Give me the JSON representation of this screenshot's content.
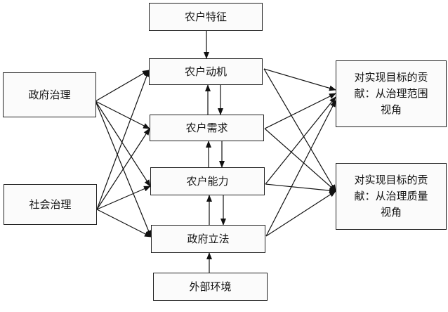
{
  "nodes": {
    "farmer_traits": "农户特征",
    "farmer_motivation": "农户动机",
    "farmer_demand": "农户需求",
    "farmer_capability": "农户能力",
    "gov_legislation": "政府立法",
    "external_env": "外部环境",
    "gov_governance": "政府治理",
    "social_governance": "社会治理",
    "contribution_scope": [
      "对实现目标的贡",
      "献：从治理范围",
      "视角"
    ],
    "contribution_quality": [
      "对实现目标的贡",
      "献：从治理质量",
      "视角"
    ]
  },
  "edges": [
    {
      "from": "farmer_traits",
      "to": "farmer_motivation"
    },
    {
      "from": "external_env",
      "to": "gov_legislation"
    },
    {
      "from": "farmer_demand",
      "to": "farmer_motivation"
    },
    {
      "from": "farmer_motivation",
      "to": "farmer_demand"
    },
    {
      "from": "farmer_capability",
      "to": "farmer_demand"
    },
    {
      "from": "farmer_demand",
      "to": "farmer_capability"
    },
    {
      "from": "gov_legislation",
      "to": "farmer_capability"
    },
    {
      "from": "farmer_capability",
      "to": "gov_legislation"
    },
    {
      "from": "gov_governance",
      "to": "farmer_motivation"
    },
    {
      "from": "gov_governance",
      "to": "farmer_demand"
    },
    {
      "from": "gov_governance",
      "to": "farmer_capability"
    },
    {
      "from": "gov_governance",
      "to": "gov_legislation"
    },
    {
      "from": "social_governance",
      "to": "farmer_motivation"
    },
    {
      "from": "social_governance",
      "to": "farmer_demand"
    },
    {
      "from": "social_governance",
      "to": "farmer_capability"
    },
    {
      "from": "social_governance",
      "to": "gov_legislation"
    },
    {
      "from": "farmer_motivation",
      "to": "contribution_scope"
    },
    {
      "from": "farmer_motivation",
      "to": "contribution_quality"
    },
    {
      "from": "farmer_demand",
      "to": "contribution_scope"
    },
    {
      "from": "farmer_demand",
      "to": "contribution_quality"
    },
    {
      "from": "farmer_capability",
      "to": "contribution_scope"
    },
    {
      "from": "farmer_capability",
      "to": "contribution_quality"
    },
    {
      "from": "gov_legislation",
      "to": "contribution_scope"
    },
    {
      "from": "gov_legislation",
      "to": "contribution_quality"
    }
  ]
}
